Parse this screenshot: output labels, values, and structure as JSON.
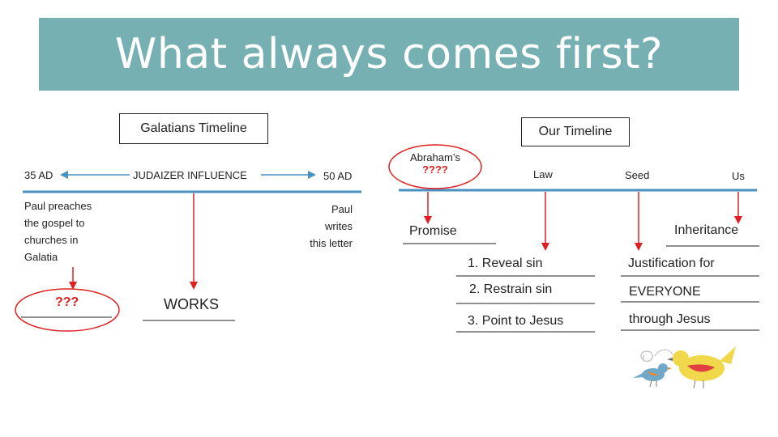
{
  "title": "What always comes first?",
  "galatians": {
    "heading": "Galatians Timeline",
    "start": "35 AD",
    "influence": "JUDAIZER INFLUENCE",
    "end": "50 AD",
    "left_note": [
      "Paul preaches",
      "the gospel to",
      "churches in",
      "Galatia"
    ],
    "right_note": [
      "Paul",
      "writes",
      "this letter"
    ],
    "unknown": "???",
    "works": "WORKS"
  },
  "ours": {
    "heading": "Our Timeline",
    "abraham_label": "Abraham’s",
    "abraham_unknown": "????",
    "law": "Law",
    "seed": "Seed",
    "us": "Us",
    "promise": "Promise",
    "inheritance": "Inheritance",
    "law_points": [
      "1. Reveal sin",
      "2. Restrain sin",
      "3. Point to Jesus"
    ],
    "seed_points": [
      "Justification for",
      "EVERYONE",
      "through Jesus"
    ]
  },
  "colors": {
    "banner": "#77b0b2",
    "timeline": "#4a90c0",
    "arrow_red": "#e02020",
    "highlight": "#e02020"
  },
  "decoration_icon": "birds-icon"
}
